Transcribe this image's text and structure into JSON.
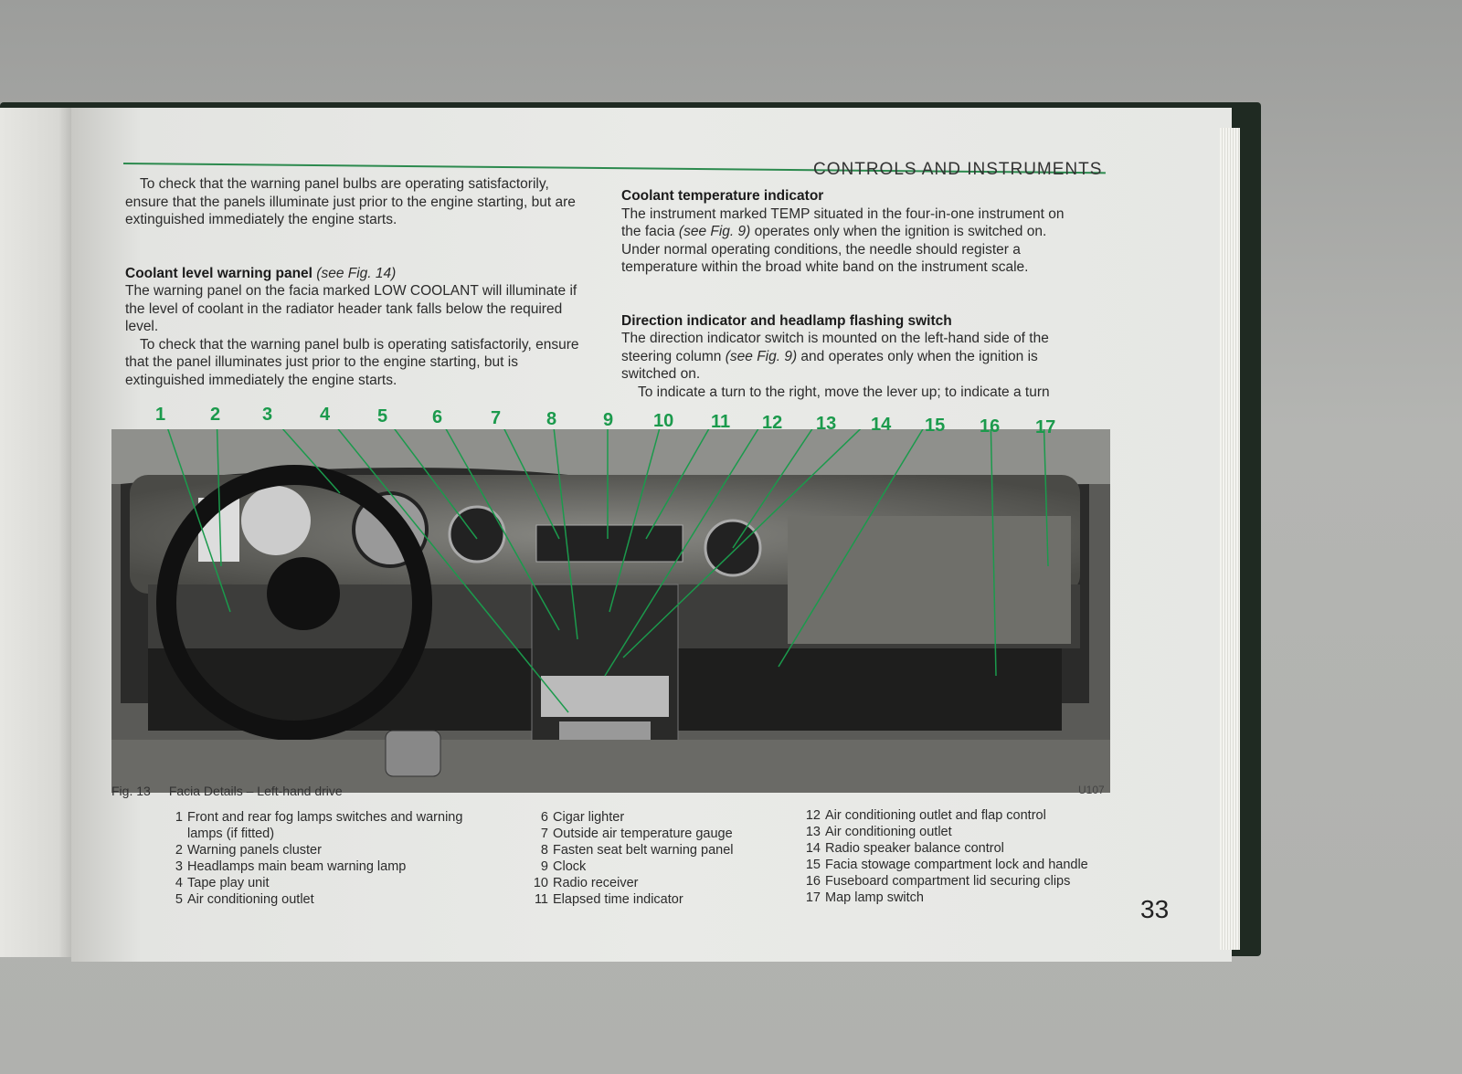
{
  "header": "CONTROLS AND INSTRUMENTS",
  "left_column": {
    "intro": "To check that the warning panel bulbs are operating satisfactorily, ensure that the panels illuminate just prior to the engine starting, but are extinguished immediately the engine starts.",
    "coolant_level": {
      "title": "Coolant level warning panel",
      "ref": "(see Fig. 14)",
      "p1": "The warning panel on the facia marked LOW COOLANT will illuminate if the level of coolant in the radiator header tank falls below the required level.",
      "p2": "To check that the warning panel bulb is operating satisfactorily, ensure that the panel illuminates just prior to the engine starting, but is extinguished immediately the engine starts."
    }
  },
  "right_column": {
    "coolant_temp": {
      "title": "Coolant temperature indicator",
      "p1a": "The instrument marked TEMP situated in the four-in-one instrument on the facia ",
      "ref": "(see Fig. 9)",
      "p1b": " operates only when the ignition is switched on. Under normal operating conditions, the needle should register a temperature within the broad white band on the instrument scale."
    },
    "direction": {
      "title": "Direction indicator and headlamp flashing switch",
      "p1a": "The direction indicator switch is mounted on the left-hand side of the steering column ",
      "ref": "(see Fig. 9)",
      "p1b": " and operates only when the ignition is switched on.",
      "p2": "To indicate a turn to the right, move the lever up; to indicate a turn"
    }
  },
  "figure": {
    "callouts": [
      "1",
      "2",
      "3",
      "4",
      "5",
      "6",
      "7",
      "8",
      "9",
      "10",
      "11",
      "12",
      "13",
      "14",
      "15",
      "16",
      "17"
    ],
    "code": "U107",
    "caption_num": "Fig. 13",
    "caption": "Facia Details – Left-hand drive",
    "legend": [
      {
        "n": "1",
        "t": "Front and rear fog lamps switches and warning lamps (if fitted)"
      },
      {
        "n": "2",
        "t": "Warning panels cluster"
      },
      {
        "n": "3",
        "t": "Headlamps main beam warning lamp"
      },
      {
        "n": "4",
        "t": "Tape play unit"
      },
      {
        "n": "5",
        "t": "Air conditioning outlet"
      },
      {
        "n": "6",
        "t": "Cigar lighter"
      },
      {
        "n": "7",
        "t": "Outside air temperature gauge"
      },
      {
        "n": "8",
        "t": "Fasten seat belt warning panel"
      },
      {
        "n": "9",
        "t": "Clock"
      },
      {
        "n": "10",
        "t": "Radio receiver"
      },
      {
        "n": "11",
        "t": "Elapsed time indicator"
      },
      {
        "n": "12",
        "t": "Air conditioning outlet and flap control"
      },
      {
        "n": "13",
        "t": "Air conditioning outlet"
      },
      {
        "n": "14",
        "t": "Radio speaker balance control"
      },
      {
        "n": "15",
        "t": "Facia stowage compartment lock and handle"
      },
      {
        "n": "16",
        "t": "Fuseboard compartment lid securing clips"
      },
      {
        "n": "17",
        "t": "Map lamp switch"
      }
    ]
  },
  "page_number": "33",
  "colors": {
    "accent": "#1b9a4c",
    "rule": "#2c8a4e"
  }
}
